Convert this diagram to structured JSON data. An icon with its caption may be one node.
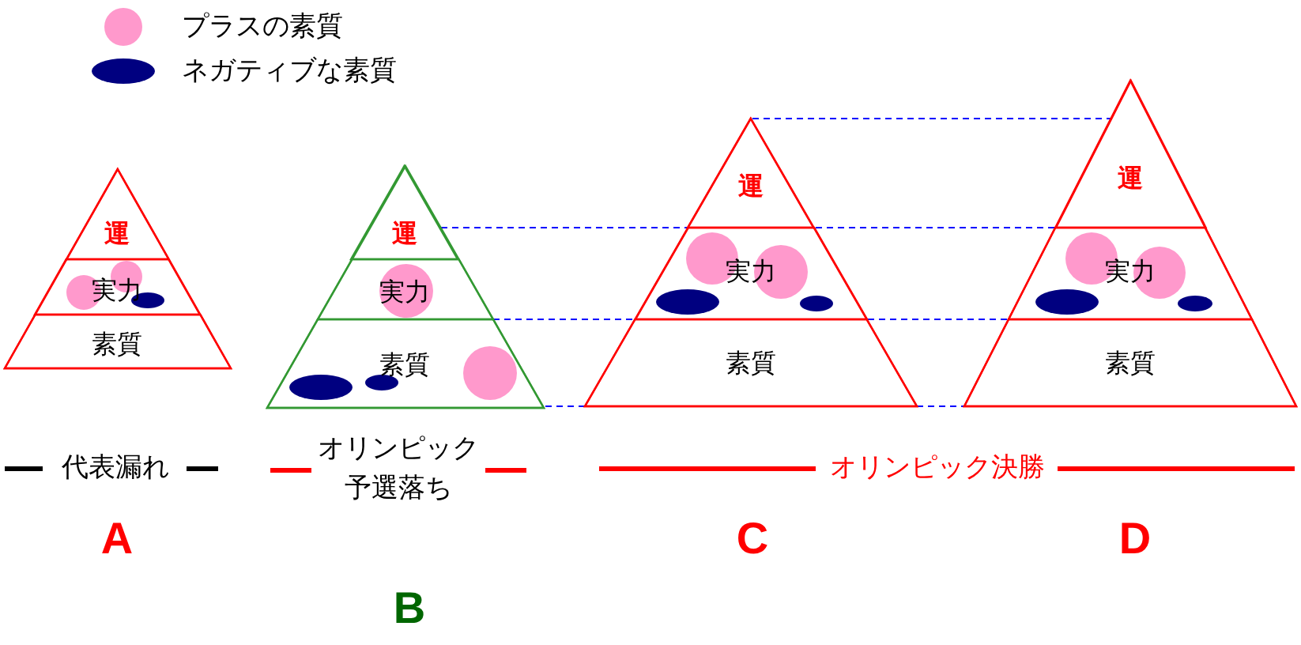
{
  "diagram": {
    "nodes": [
      {
        "text": [],
        "shape": "triangle",
        "beside": [
          "A"
        ]
      },
      {
        "text": [
          "運"
        ],
        "in": 0
      },
      {
        "text": [
          "実力"
        ],
        "in": 0
      },
      {
        "text": [
          "素質"
        ],
        "in": 0
      },
      {
        "text": [],
        "shape": "triangle"
      },
      {
        "text": [
          "運"
        ],
        "in": 4
      },
      {
        "text": [
          "実力"
        ],
        "in": 4
      },
      {
        "text": [
          "素質"
        ],
        "in": 4
      },
      {
        "text": [],
        "shape": "triangle",
        "beside": [
          "C"
        ]
      },
      {
        "text": [
          "運"
        ],
        "in": 8
      },
      {
        "text": [
          "実力"
        ],
        "in": 8
      },
      {
        "text": [
          "素質"
        ],
        "in": 8
      },
      {
        "text": [],
        "shape": "triangle",
        "beside": [
          "D"
        ]
      },
      {
        "text": [
          "運"
        ],
        "in": 12
      },
      {
        "text": [
          "実力"
        ],
        "in": 12
      },
      {
        "text": [
          "素質"
        ],
        "in": 12
      }
    ],
    "labels": [
      "代表漏れ",
      "オリンピック予選落ち",
      "オリンピック決勝",
      "B"
    ],
    "legend": [
      {
        "text": "プラスの素質",
        "color": "#ff99cc"
      },
      {
        "text": "ネガティブな素質",
        "color": "#000080"
      }
    ]
  }
}
